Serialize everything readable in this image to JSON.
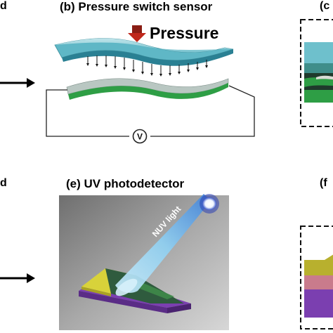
{
  "panels": {
    "a_tail": {
      "text": "d"
    },
    "b": {
      "title": "(b) Pressure switch sensor",
      "pressure_label": "Pressure",
      "meter_symbol": "V"
    },
    "c_head": {
      "text": "(c"
    },
    "d_tail": {
      "text": "d"
    },
    "e": {
      "title": "(e) UV photodetector",
      "light_label": "NUV light"
    },
    "f_head": {
      "text": "(f"
    }
  },
  "colors": {
    "teal_sheet": "#5fb7c6",
    "green_layer": "#2e9e45",
    "yellow_electrode": "#d8d23a",
    "purple_base": "#7b3fb0",
    "dark_green": "#2f5b3e",
    "beam_blue": "#7ac4ea",
    "bg_gray": "#9b9b9b"
  }
}
